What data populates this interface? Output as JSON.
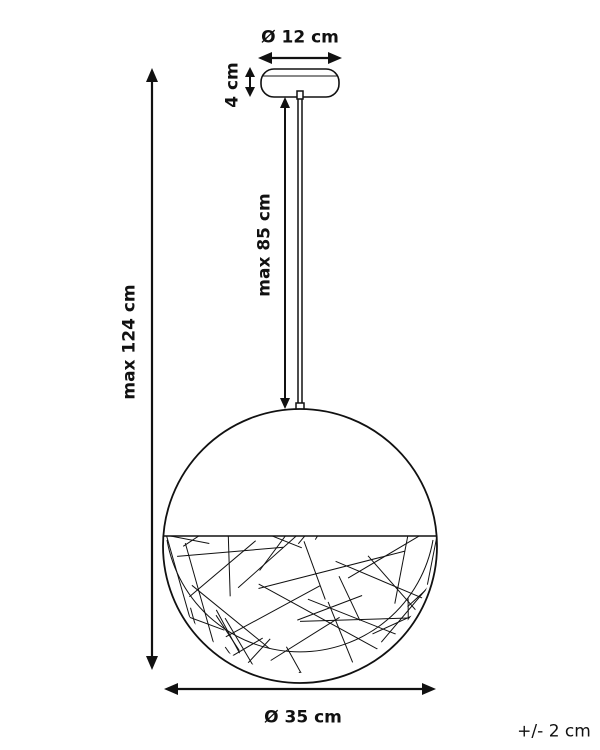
{
  "labels": {
    "canopy_diameter": "Ø 12 cm",
    "canopy_height": "4 cm",
    "cord_length": "max 85 cm",
    "total_height": "max 124 cm",
    "shade_diameter": "Ø 35 cm",
    "tolerance": "+/- 2 cm"
  },
  "colors": {
    "line": "#111111",
    "background": "#ffffff"
  }
}
